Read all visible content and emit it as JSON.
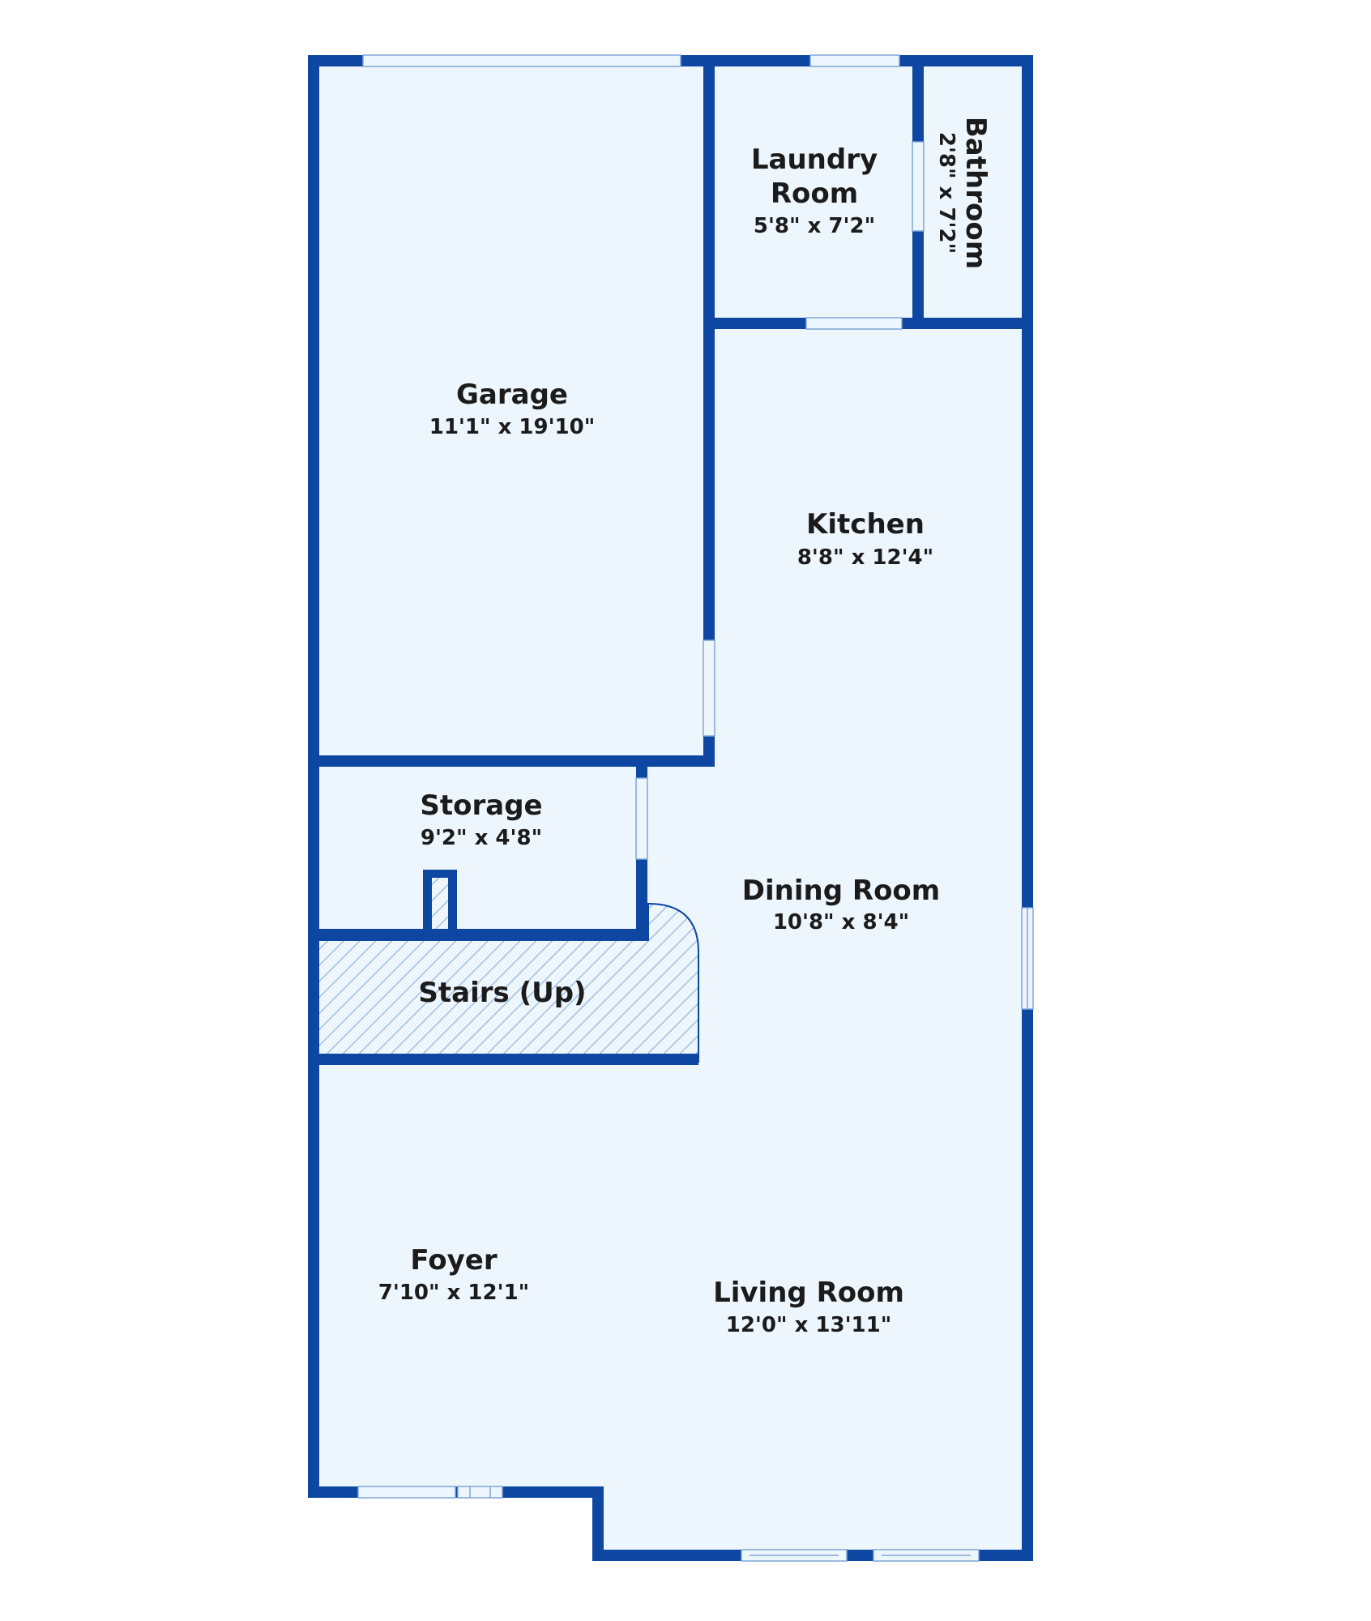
{
  "colors": {
    "wall": "#0d47a1",
    "floor": "#eef6fd",
    "stairs_hatch": "#9ebfe3",
    "text": "#1b1b1b"
  },
  "rooms": {
    "garage": {
      "name": "Garage",
      "dims": "11'1\" x 19'10\""
    },
    "laundry": {
      "name_line1": "Laundry",
      "name_line2": "Room",
      "dims": "5'8\" x 7'2\""
    },
    "bathroom": {
      "name": "Bathroom",
      "dims": "2'8\" x 7'2\""
    },
    "kitchen": {
      "name": "Kitchen",
      "dims": "8'8\" x 12'4\""
    },
    "storage": {
      "name": "Storage",
      "dims": "9'2\" x 4'8\""
    },
    "dining": {
      "name": "Dining Room",
      "dims": "10'8\" x 8'4\""
    },
    "stairs": {
      "name": "Stairs (Up)"
    },
    "foyer": {
      "name": "Foyer",
      "dims": "7'10\" x 12'1\""
    },
    "living": {
      "name": "Living Room",
      "dims": "12'0\" x 13'11\""
    }
  }
}
